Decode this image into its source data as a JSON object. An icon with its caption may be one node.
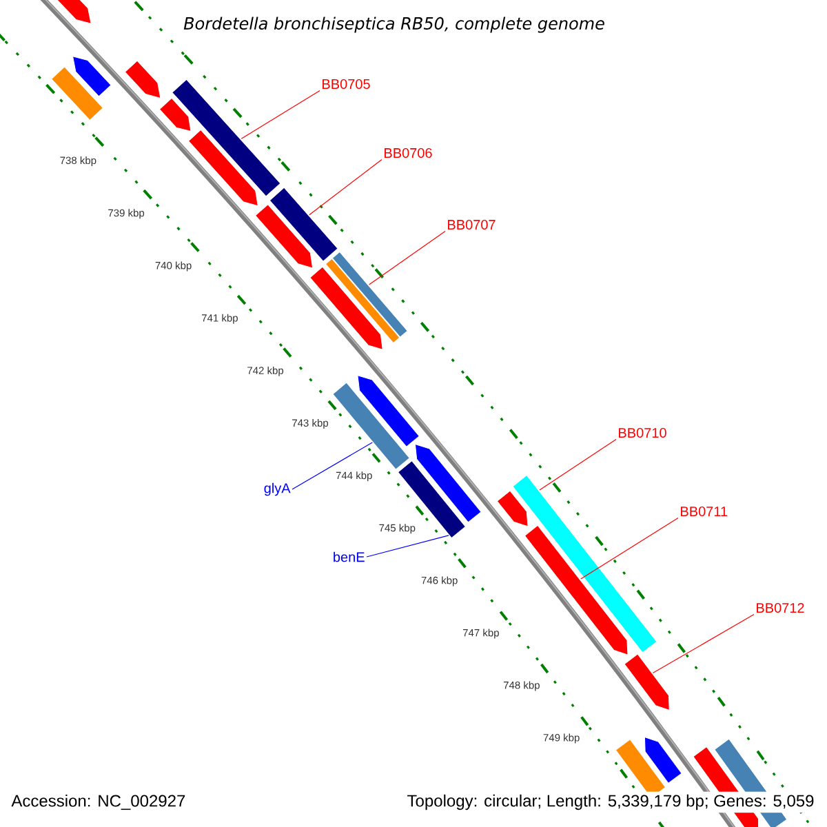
{
  "diagram": {
    "title": "Bordetella bronchiseptica RB50, complete genome",
    "nodes": [
      {
        "text": [
          "BB0705"
        ]
      },
      {
        "text": [],
        "shape": "bar"
      },
      {
        "text": [
          "BB0706"
        ]
      },
      {
        "text": [],
        "shape": "bar"
      },
      {
        "text": [
          "BB0707"
        ]
      },
      {
        "text": [],
        "shape": "bar"
      },
      {
        "text": [
          "BB0710"
        ]
      },
      {
        "text": [],
        "shape": "bar"
      },
      {
        "text": [
          "BB0711"
        ]
      },
      {
        "text": [],
        "shape": "bar"
      },
      {
        "text": [
          "BB0712"
        ]
      },
      {
        "text": [],
        "shape": "bar"
      },
      {
        "text": [
          "glyA"
        ]
      },
      {
        "text": [],
        "shape": "bar"
      },
      {
        "text": [
          "benE"
        ]
      },
      {
        "text": [],
        "shape": "bar"
      }
    ],
    "edges": [
      {
        "from": 0,
        "to": 1,
        "arrow": "none"
      },
      {
        "from": 2,
        "to": 3,
        "arrow": "none"
      },
      {
        "from": 4,
        "to": 5,
        "arrow": "none"
      },
      {
        "from": 6,
        "to": 7,
        "arrow": "none"
      },
      {
        "from": 8,
        "to": 9,
        "arrow": "none"
      },
      {
        "from": 10,
        "to": 11,
        "arrow": "none"
      },
      {
        "from": 12,
        "to": 13,
        "arrow": "none",
        "color": "#0000ff"
      },
      {
        "from": 14,
        "to": 15,
        "arrow": "none",
        "color": "#0000ff"
      }
    ],
    "labels": [
      "738 kbp",
      "739 kbp",
      "740 kbp",
      "741 kbp",
      "742 kbp",
      "743 kbp",
      "744 kbp",
      "745 kbp",
      "746 kbp",
      "747 kbp",
      "748 kbp",
      "749 kbp",
      "Accession: NC_002927",
      "Topology: circular; Length: 5,339,179 bp; Genes: 5,059"
    ]
  }
}
